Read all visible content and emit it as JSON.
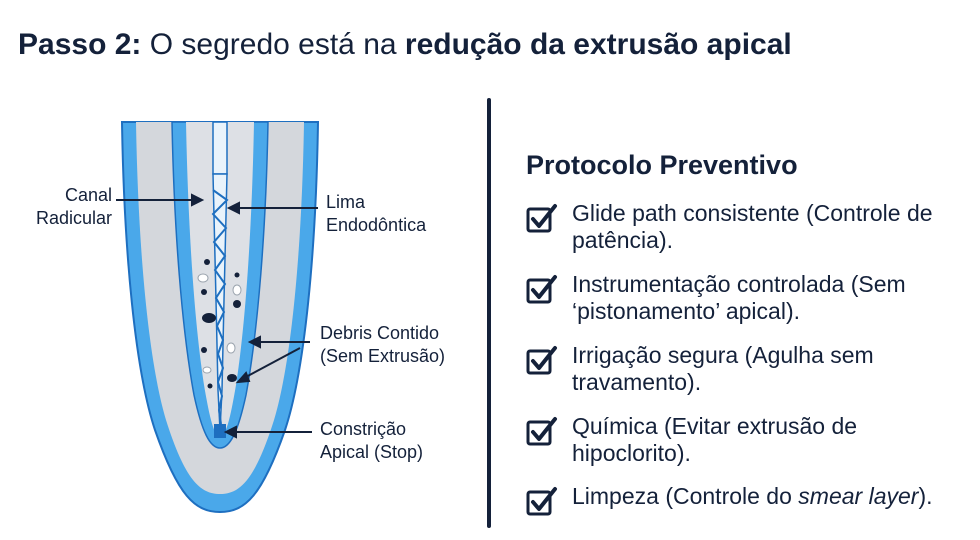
{
  "title": {
    "prefix_bold": "Passo 2:",
    "middle": " O segredo está na ",
    "suffix_bold": "redução da extrusão apical"
  },
  "diagram": {
    "labels": {
      "canal": [
        "Canal",
        "Radicular"
      ],
      "lima": [
        "Lima",
        "Endodôntica"
      ],
      "debris": [
        "Debris Contido",
        "(Sem Extrusão)"
      ],
      "constricao": [
        "Constrição",
        "Apical (Stop)"
      ]
    },
    "colors": {
      "dentin": "#d4d7dc",
      "canal_wall": "#4aa8ea",
      "canal_wall_dark": "#1e6fc0",
      "file": "#e9f3fb",
      "ink": "#14213a"
    }
  },
  "protocol": {
    "title": "Protocolo Preventivo",
    "items": [
      {
        "text": "Glide path consistente (Controle de patência).",
        "checked": true
      },
      {
        "text": "Instrumentação controlada (Sem ‘pistonamento’ apical).",
        "checked": true
      },
      {
        "text": "Irrigação segura (Agulha sem travamento).",
        "checked": true
      },
      {
        "text": "Química (Evitar extrusão de hipoclorito).",
        "checked": true
      },
      {
        "text_before": "Limpeza (Controle do ",
        "text_italic": "smear layer",
        "text_after": ").",
        "checked": true
      }
    ]
  }
}
